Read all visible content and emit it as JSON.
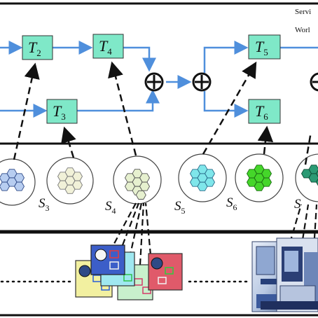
{
  "legend": {
    "line1": "Servi",
    "line2": "Worl"
  },
  "tasks": [
    {
      "letter": "T",
      "sub": "2"
    },
    {
      "letter": "T",
      "sub": "4"
    },
    {
      "letter": "T",
      "sub": "3"
    },
    {
      "letter": "T",
      "sub": "5"
    },
    {
      "letter": "T",
      "sub": "6"
    }
  ],
  "service_sets": [
    {
      "letter": "S",
      "sub": "3"
    },
    {
      "letter": "S",
      "sub": "4"
    },
    {
      "letter": "S",
      "sub": "5"
    },
    {
      "letter": "S",
      "sub": "6"
    },
    {
      "letter": "S",
      "sub": ""
    }
  ],
  "colors": {
    "task_fill": "#7fe8c8",
    "flow_arrow": "#4f8fdc",
    "cell_blue": "#b7cdf0",
    "cell_cream": "#f1f1d8",
    "cell_pale": "#e6f0cf",
    "cell_cyan": "#7fe6ea",
    "cell_green": "#45d62a",
    "cell_teal": "#2b9a74"
  }
}
